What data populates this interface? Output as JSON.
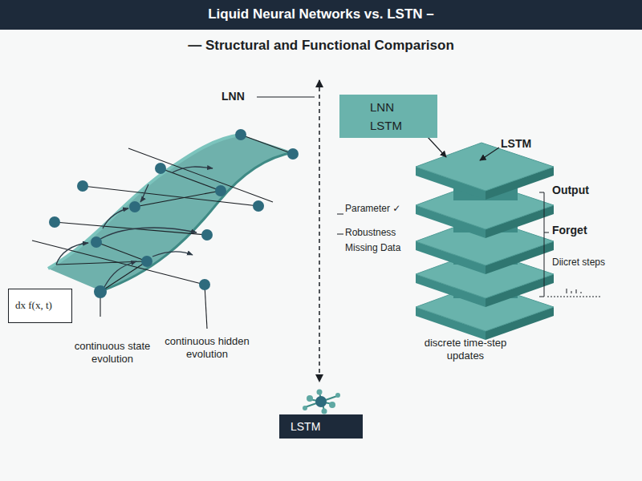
{
  "diagram": {
    "title": "Liquid Neural Networks vs. LSTN –",
    "nodes": [
      {
        "text": [
          "dx f(x, t)"
        ]
      },
      {
        "text": [
          "LNN",
          "LSTM"
        ]
      },
      {
        "text": [
          "LSTM"
        ]
      }
    ],
    "labels": [
      "— Structural and Functional Comparison",
      "LNN",
      "continuous state evolution",
      "continuous hidden evolution",
      "LSTM",
      "Parameter ✓",
      "Robustness",
      "Missing Data",
      "Output",
      "Forget",
      "Diicret steps",
      "discrete time-step updates"
    ]
  }
}
